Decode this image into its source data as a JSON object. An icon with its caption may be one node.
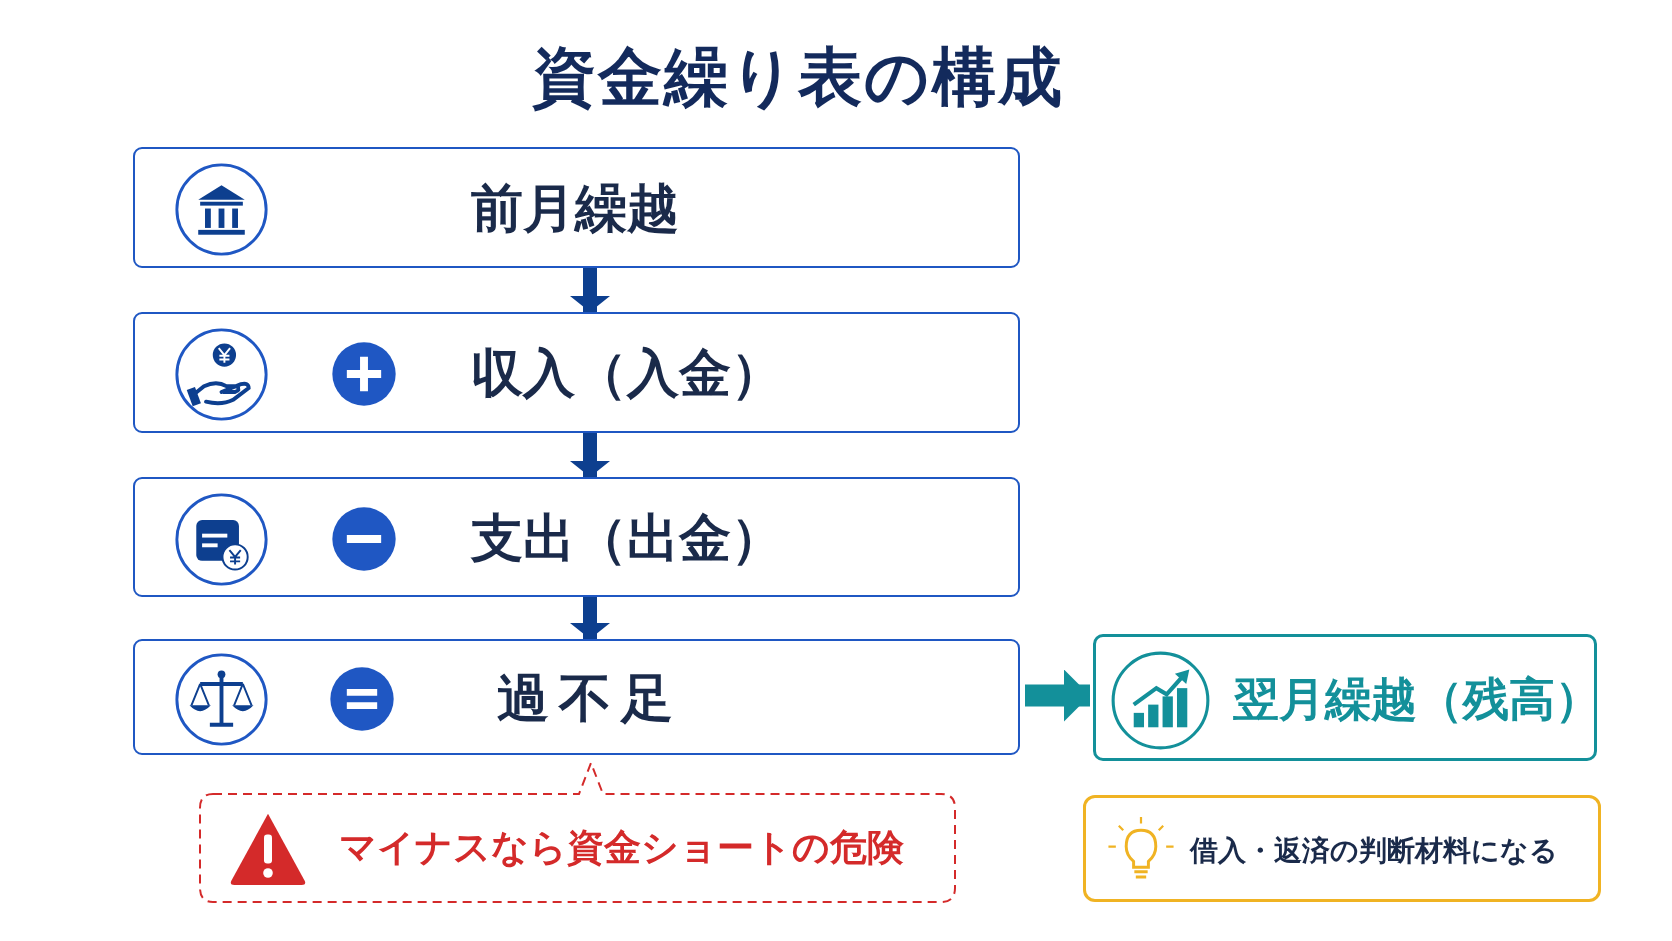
{
  "diagram": {
    "title": "資金繰り表の構成",
    "nodes": [
      {
        "text": [
          "前月繰越"
        ]
      },
      {
        "text": [
          "収入（入金）"
        ]
      },
      {
        "text": [
          "支出（出金）"
        ]
      },
      {
        "text": [
          "過不足"
        ]
      },
      {
        "text": [
          "翌月繰越（残高）"
        ]
      },
      {
        "text": [
          "マイナスなら資金ショートの危険"
        ]
      },
      {
        "text": [
          "借入・返済の判断材料になる"
        ]
      }
    ],
    "edges": [
      {
        "from": 0,
        "to": 1,
        "arrow": "to"
      },
      {
        "from": 1,
        "to": 2,
        "arrow": "to"
      },
      {
        "from": 2,
        "to": 3,
        "arrow": "to"
      },
      {
        "from": 3,
        "to": 4,
        "arrow": "to",
        "color": "#13909a"
      }
    ]
  }
}
